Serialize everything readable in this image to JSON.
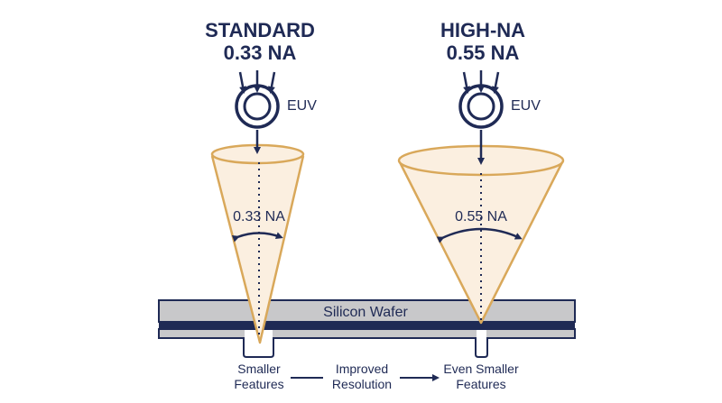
{
  "standard": {
    "title_line1": "STANDARD",
    "title_line2": "0.33 NA",
    "source_label": "EUV",
    "na_label": "0.33 NA"
  },
  "high_na": {
    "title_line1": "HIGH-NA",
    "title_line2": "0.55 NA",
    "source_label": "EUV",
    "na_label": "0.55 NA"
  },
  "wafer": {
    "label": "Silicon Wafer"
  },
  "bottom": {
    "smaller_line1": "Smaller",
    "smaller_line2": "Features",
    "improved_line1": "Improved",
    "improved_line2": "Resolution",
    "even_line1": "Even Smaller",
    "even_line2": "Features"
  },
  "colors": {
    "navy": "#1f2a55",
    "cone_stroke": "#d9a85a",
    "cone_fill": "#fbefe0",
    "wafer_gray": "#c8c8ca"
  }
}
